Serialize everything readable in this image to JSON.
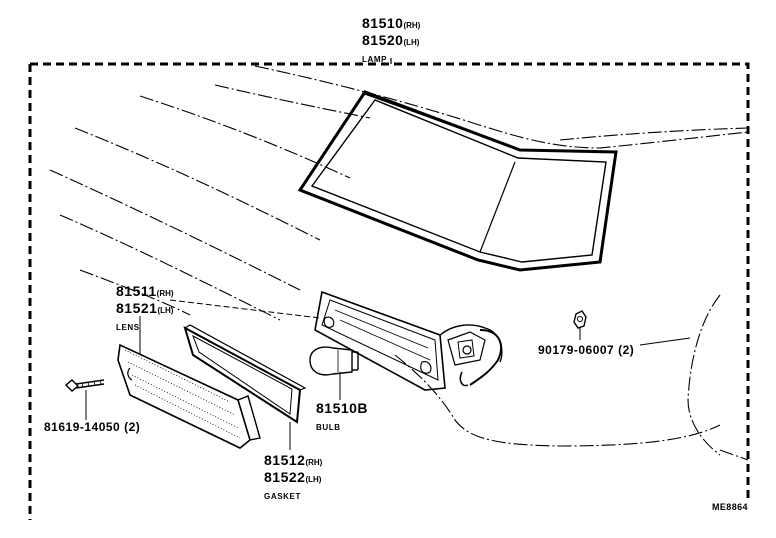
{
  "lamp": {
    "pn_rh": "81510",
    "side_rh": "(RH)",
    "pn_lh": "81520",
    "side_lh": "(LH)",
    "name": "LAMP"
  },
  "lens": {
    "pn_rh": "81511",
    "side_rh": "(RH)",
    "pn_lh": "81521",
    "side_lh": "(LH)",
    "name": "LENS"
  },
  "gasket": {
    "pn_rh": "81512",
    "side_rh": "(RH)",
    "pn_lh": "81522",
    "side_lh": "(LH)",
    "name": "GASKET"
  },
  "bulb": {
    "pn": "81510B",
    "name": "BULB"
  },
  "screw": {
    "pn": "81619-14050",
    "qty": "(2)"
  },
  "nut": {
    "pn": "90179-06007",
    "qty": "(2)"
  },
  "drawing_ref": "ME8864"
}
